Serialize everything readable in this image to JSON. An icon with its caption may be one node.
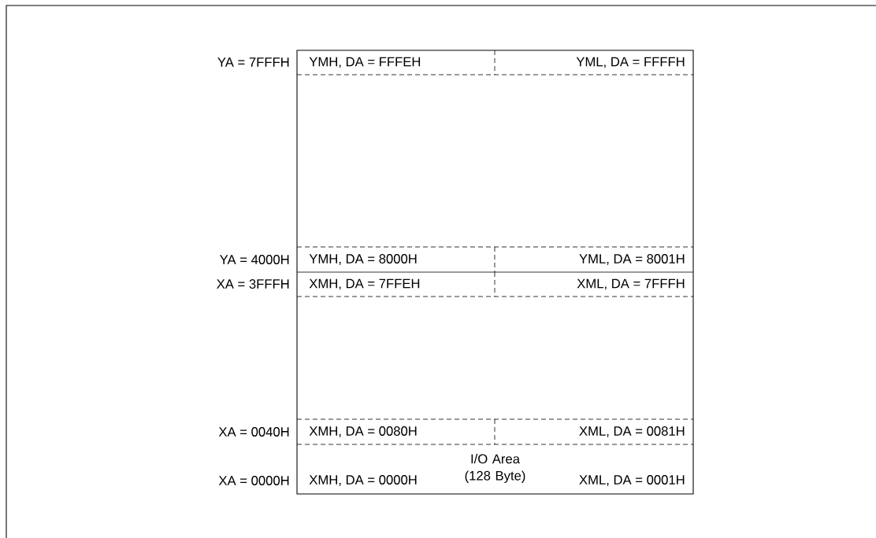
{
  "diagram": {
    "nodes": [
      {
        "text": [],
        "shape": "box"
      },
      {
        "text": [
          "YMH, DA = FFFEH"
        ],
        "in": 0
      },
      {
        "text": [
          "YML, DA = FFFFH"
        ],
        "in": 0
      },
      {
        "text": [
          "YMH, DA = 8000H"
        ],
        "in": 0
      },
      {
        "text": [
          "YML, DA = 8001H"
        ],
        "in": 0
      },
      {
        "text": [
          "XMH, DA = 7FFEH"
        ],
        "in": 0
      },
      {
        "text": [
          "XML, DA = 7FFFH"
        ],
        "in": 0
      },
      {
        "text": [
          "XMH, DA = 0080H"
        ],
        "in": 0
      },
      {
        "text": [
          "XML, DA = 0081H"
        ],
        "in": 0
      },
      {
        "text": [
          "XMH, DA = 0000H",
          "I/O Area (128 Byte)",
          "XML, DA = 0001H"
        ],
        "in": 0
      }
    ],
    "labels": [
      "YA = 7FFFH",
      "YA = 4000H",
      "XA = 3FFFH",
      "XA = 0040H",
      "XA = 0000H"
    ]
  }
}
